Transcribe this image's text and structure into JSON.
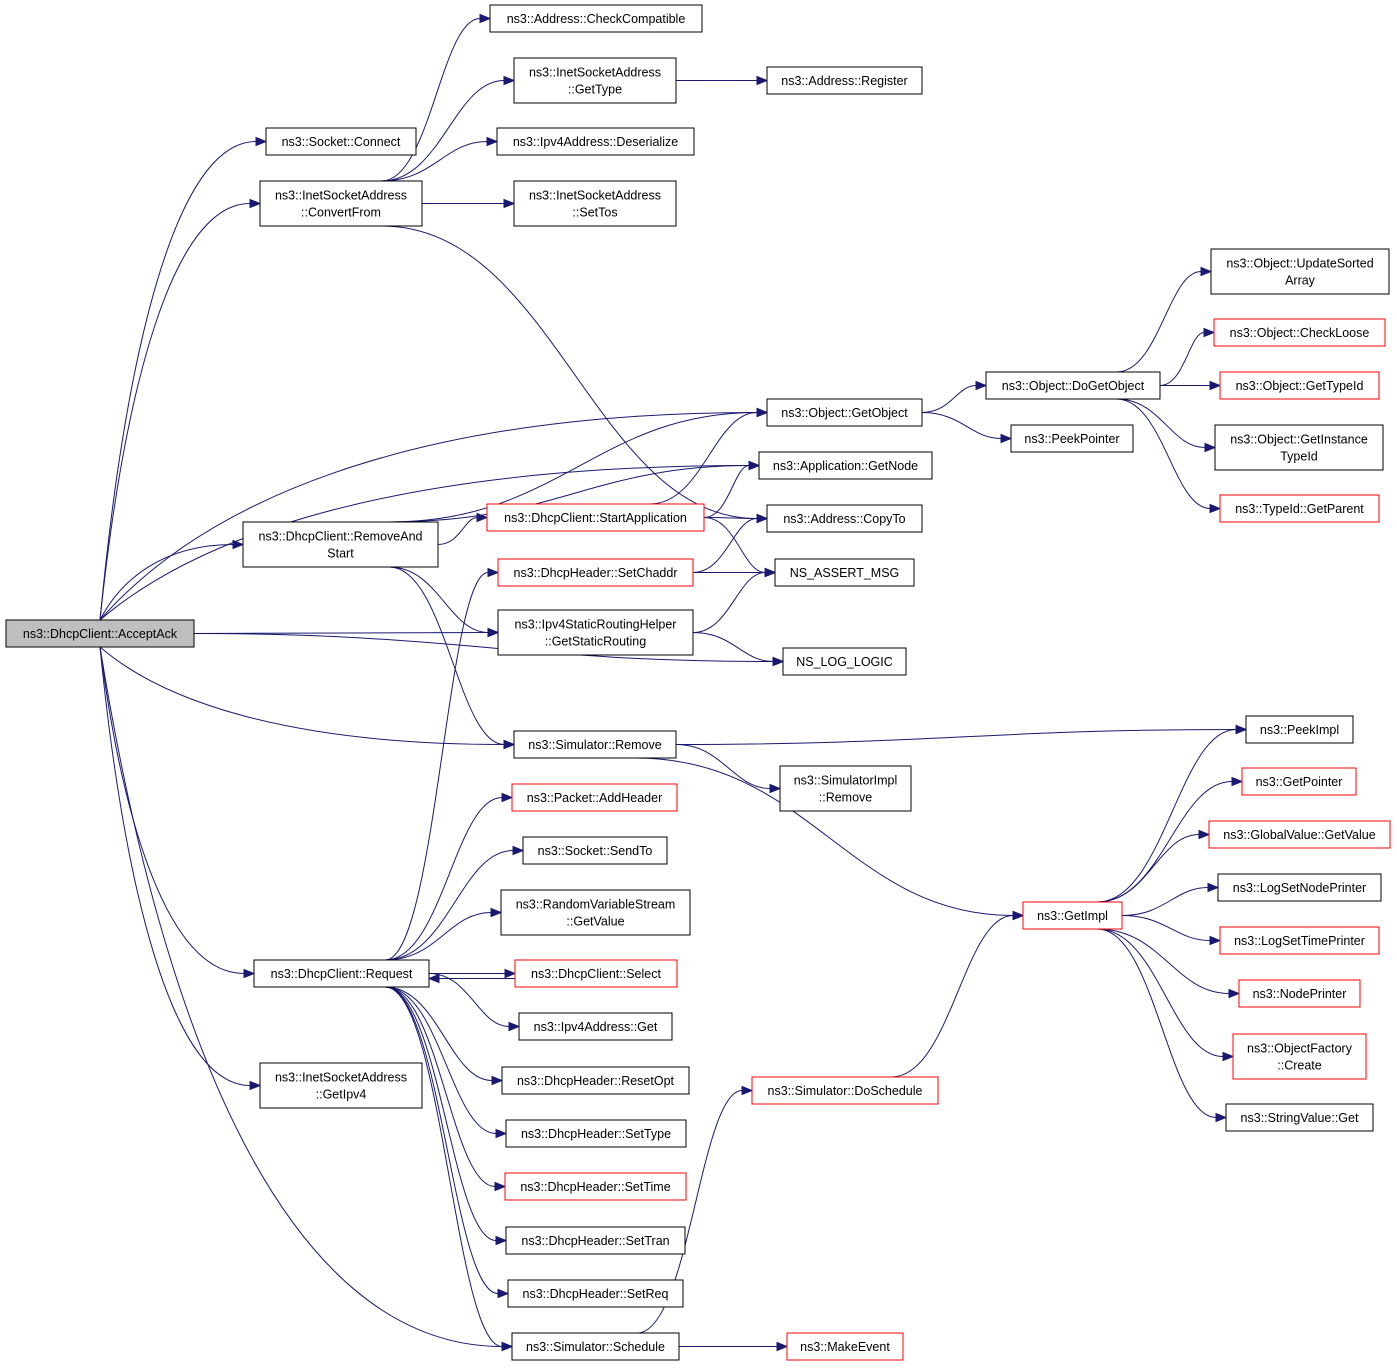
{
  "colors": {
    "edge": "#191970",
    "red_border": "#ff0000",
    "root_fill": "#bfbfbf"
  },
  "nodes": {
    "accept_ack": {
      "lines": [
        "ns3::DhcpClient::AcceptAck"
      ],
      "style": "root"
    },
    "socket_connect": {
      "lines": [
        "ns3::Socket::Connect"
      ],
      "style": "black"
    },
    "inet_convert_from": {
      "lines": [
        "ns3::InetSocketAddress",
        "::ConvertFrom"
      ],
      "style": "black"
    },
    "address_check_compatible": {
      "lines": [
        "ns3::Address::CheckCompatible"
      ],
      "style": "black"
    },
    "inet_get_type": {
      "lines": [
        "ns3::InetSocketAddress",
        "::GetType"
      ],
      "style": "black"
    },
    "address_register": {
      "lines": [
        "ns3::Address::Register"
      ],
      "style": "black"
    },
    "ipv4_deserialize": {
      "lines": [
        "ns3::Ipv4Address::Deserialize"
      ],
      "style": "black"
    },
    "inet_set_tos": {
      "lines": [
        "ns3::InetSocketAddress",
        "::SetTos"
      ],
      "style": "black"
    },
    "object_update_sorted": {
      "lines": [
        "ns3::Object::UpdateSorted",
        "Array"
      ],
      "style": "black"
    },
    "object_check_loose": {
      "lines": [
        "ns3::Object::CheckLoose"
      ],
      "style": "red"
    },
    "object_do_get_object": {
      "lines": [
        "ns3::Object::DoGetObject"
      ],
      "style": "black"
    },
    "object_get_type_id": {
      "lines": [
        "ns3::Object::GetTypeId"
      ],
      "style": "red"
    },
    "object_get_object": {
      "lines": [
        "ns3::Object::GetObject"
      ],
      "style": "black"
    },
    "peek_pointer": {
      "lines": [
        "ns3::PeekPointer"
      ],
      "style": "black"
    },
    "object_get_instance_type_id": {
      "lines": [
        "ns3::Object::GetInstance",
        "TypeId"
      ],
      "style": "black"
    },
    "app_get_node": {
      "lines": [
        "ns3::Application::GetNode"
      ],
      "style": "black"
    },
    "typeid_get_parent": {
      "lines": [
        "ns3::TypeId::GetParent"
      ],
      "style": "red"
    },
    "remove_and_start": {
      "lines": [
        "ns3::DhcpClient::RemoveAnd",
        "Start"
      ],
      "style": "black"
    },
    "start_application": {
      "lines": [
        "ns3::DhcpClient::StartApplication"
      ],
      "style": "red"
    },
    "address_copy_to": {
      "lines": [
        "ns3::Address::CopyTo"
      ],
      "style": "black"
    },
    "set_chaddr": {
      "lines": [
        "ns3::DhcpHeader::SetChaddr"
      ],
      "style": "red"
    },
    "ns_assert_msg": {
      "lines": [
        "NS_ASSERT_MSG"
      ],
      "style": "black"
    },
    "get_static_routing": {
      "lines": [
        "ns3::Ipv4StaticRoutingHelper",
        "::GetStaticRouting"
      ],
      "style": "black"
    },
    "ns_log_logic": {
      "lines": [
        "NS_LOG_LOGIC"
      ],
      "style": "black"
    },
    "simulator_remove": {
      "lines": [
        "ns3::Simulator::Remove"
      ],
      "style": "black"
    },
    "peek_impl": {
      "lines": [
        "ns3::PeekImpl"
      ],
      "style": "black"
    },
    "simulator_impl_remove": {
      "lines": [
        "ns3::SimulatorImpl",
        "::Remove"
      ],
      "style": "black"
    },
    "get_pointer": {
      "lines": [
        "ns3::GetPointer"
      ],
      "style": "red"
    },
    "packet_add_header": {
      "lines": [
        "ns3::Packet::AddHeader"
      ],
      "style": "red"
    },
    "global_value_get_value": {
      "lines": [
        "ns3::GlobalValue::GetValue"
      ],
      "style": "red"
    },
    "socket_send_to": {
      "lines": [
        "ns3::Socket::SendTo"
      ],
      "style": "black"
    },
    "log_set_node_printer": {
      "lines": [
        "ns3::LogSetNodePrinter"
      ],
      "style": "black"
    },
    "random_get_value": {
      "lines": [
        "ns3::RandomVariableStream",
        "::GetValue"
      ],
      "style": "black"
    },
    "get_impl": {
      "lines": [
        "ns3::GetImpl"
      ],
      "style": "red"
    },
    "log_set_time_printer": {
      "lines": [
        "ns3::LogSetTimePrinter"
      ],
      "style": "red"
    },
    "dhcp_request": {
      "lines": [
        "ns3::DhcpClient::Request"
      ],
      "style": "black"
    },
    "dhcp_select": {
      "lines": [
        "ns3::DhcpClient::Select"
      ],
      "style": "red"
    },
    "node_printer": {
      "lines": [
        "ns3::NodePrinter"
      ],
      "style": "red"
    },
    "ipv4_get": {
      "lines": [
        "ns3::Ipv4Address::Get"
      ],
      "style": "black"
    },
    "object_factory_create": {
      "lines": [
        "ns3::ObjectFactory",
        "::Create"
      ],
      "style": "red"
    },
    "inet_get_ipv4": {
      "lines": [
        "ns3::InetSocketAddress",
        "::GetIpv4"
      ],
      "style": "black"
    },
    "reset_opt": {
      "lines": [
        "ns3::DhcpHeader::ResetOpt"
      ],
      "style": "black"
    },
    "do_schedule": {
      "lines": [
        "ns3::Simulator::DoSchedule"
      ],
      "style": "red"
    },
    "string_value_get": {
      "lines": [
        "ns3::StringValue::Get"
      ],
      "style": "black"
    },
    "set_type": {
      "lines": [
        "ns3::DhcpHeader::SetType"
      ],
      "style": "black"
    },
    "set_time": {
      "lines": [
        "ns3::DhcpHeader::SetTime"
      ],
      "style": "red"
    },
    "set_tran": {
      "lines": [
        "ns3::DhcpHeader::SetTran"
      ],
      "style": "black"
    },
    "set_req": {
      "lines": [
        "ns3::DhcpHeader::SetReq"
      ],
      "style": "black"
    },
    "simulator_schedule": {
      "lines": [
        "ns3::Simulator::Schedule"
      ],
      "style": "black"
    },
    "make_event": {
      "lines": [
        "ns3::MakeEvent"
      ],
      "style": "red"
    }
  },
  "edges": [
    [
      "accept_ack",
      "socket_connect"
    ],
    [
      "accept_ack",
      "inet_convert_from"
    ],
    [
      "accept_ack",
      "object_get_object"
    ],
    [
      "accept_ack",
      "app_get_node"
    ],
    [
      "accept_ack",
      "remove_and_start"
    ],
    [
      "accept_ack",
      "get_static_routing"
    ],
    [
      "accept_ack",
      "ns_log_logic"
    ],
    [
      "accept_ack",
      "simulator_remove"
    ],
    [
      "accept_ack",
      "dhcp_request"
    ],
    [
      "accept_ack",
      "inet_get_ipv4"
    ],
    [
      "accept_ack",
      "simulator_schedule"
    ],
    [
      "inet_convert_from",
      "address_check_compatible"
    ],
    [
      "inet_convert_from",
      "inet_get_type"
    ],
    [
      "inet_convert_from",
      "ipv4_deserialize"
    ],
    [
      "inet_convert_from",
      "inet_set_tos"
    ],
    [
      "inet_convert_from",
      "address_copy_to"
    ],
    [
      "inet_get_type",
      "address_register"
    ],
    [
      "object_get_object",
      "object_do_get_object"
    ],
    [
      "object_get_object",
      "peek_pointer"
    ],
    [
      "object_do_get_object",
      "object_update_sorted"
    ],
    [
      "object_do_get_object",
      "object_check_loose"
    ],
    [
      "object_do_get_object",
      "object_get_type_id"
    ],
    [
      "object_do_get_object",
      "object_get_instance_type_id"
    ],
    [
      "object_do_get_object",
      "typeid_get_parent"
    ],
    [
      "remove_and_start",
      "object_get_object"
    ],
    [
      "remove_and_start",
      "app_get_node"
    ],
    [
      "remove_and_start",
      "start_application"
    ],
    [
      "remove_and_start",
      "get_static_routing"
    ],
    [
      "remove_and_start",
      "simulator_remove"
    ],
    [
      "start_application",
      "object_get_object"
    ],
    [
      "start_application",
      "app_get_node"
    ],
    [
      "start_application",
      "address_copy_to"
    ],
    [
      "start_application",
      "ns_assert_msg"
    ],
    [
      "set_chaddr",
      "address_copy_to"
    ],
    [
      "set_chaddr",
      "ns_assert_msg"
    ],
    [
      "get_static_routing",
      "ns_assert_msg"
    ],
    [
      "get_static_routing",
      "ns_log_logic"
    ],
    [
      "simulator_remove",
      "peek_impl"
    ],
    [
      "simulator_remove",
      "simulator_impl_remove"
    ],
    [
      "simulator_remove",
      "get_impl"
    ],
    [
      "get_impl",
      "peek_impl"
    ],
    [
      "get_impl",
      "get_pointer"
    ],
    [
      "get_impl",
      "global_value_get_value"
    ],
    [
      "get_impl",
      "log_set_node_printer"
    ],
    [
      "get_impl",
      "log_set_time_printer"
    ],
    [
      "get_impl",
      "node_printer"
    ],
    [
      "get_impl",
      "object_factory_create"
    ],
    [
      "get_impl",
      "string_value_get"
    ],
    [
      "dhcp_request",
      "set_chaddr"
    ],
    [
      "dhcp_request",
      "packet_add_header"
    ],
    [
      "dhcp_request",
      "socket_send_to"
    ],
    [
      "dhcp_request",
      "random_get_value"
    ],
    [
      "dhcp_request",
      "dhcp_select"
    ],
    [
      "dhcp_select",
      "dhcp_request"
    ],
    [
      "dhcp_request",
      "ipv4_get"
    ],
    [
      "dhcp_request",
      "reset_opt"
    ],
    [
      "dhcp_request",
      "set_type"
    ],
    [
      "dhcp_request",
      "set_time"
    ],
    [
      "dhcp_request",
      "set_tran"
    ],
    [
      "dhcp_request",
      "set_req"
    ],
    [
      "dhcp_request",
      "simulator_schedule"
    ],
    [
      "simulator_schedule",
      "do_schedule"
    ],
    [
      "simulator_schedule",
      "make_event"
    ],
    [
      "do_schedule",
      "get_impl"
    ]
  ]
}
